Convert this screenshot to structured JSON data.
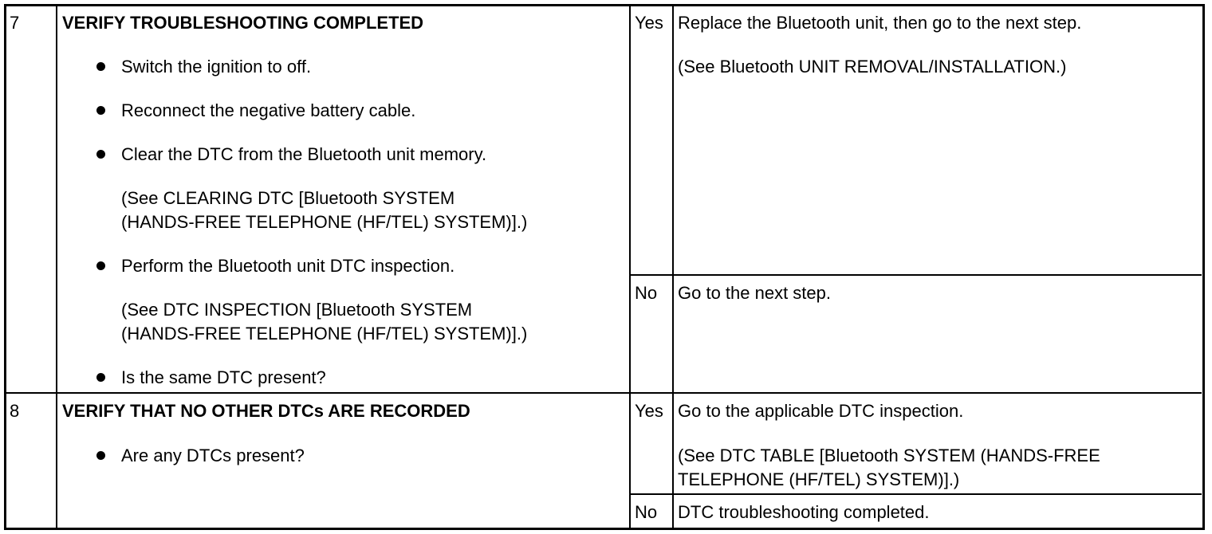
{
  "steps": [
    {
      "number": "7",
      "title": "VERIFY TROUBLESHOOTING COMPLETED",
      "items": [
        "Switch the ignition to off.",
        "Reconnect the negative battery cable.",
        "Clear the DTC from the Bluetooth unit memory.",
        "Perform the Bluetooth unit DTC inspection.",
        "Is the same DTC present?"
      ],
      "refs": [
        [
          "(See CLEARING DTC [Bluetooth SYSTEM",
          "(HANDS-FREE TELEPHONE (HF/TEL) SYSTEM)].)"
        ],
        [
          "(See DTC INSPECTION [Bluetooth SYSTEM",
          "(HANDS-FREE TELEPHONE (HF/TEL) SYSTEM)].)"
        ]
      ],
      "yes_label": "Yes",
      "yes_action": "Replace the Bluetooth unit, then go to the next step.",
      "yes_ref": "(See Bluetooth UNIT REMOVAL/INSTALLATION.)",
      "no_label": "No",
      "no_action": "Go to the next step."
    },
    {
      "number": "8",
      "title": "VERIFY THAT NO OTHER DTCs ARE RECORDED",
      "items": [
        "Are any DTCs present?"
      ],
      "yes_label": "Yes",
      "yes_action": "Go to the applicable DTC inspection.",
      "yes_ref_lines": [
        "(See DTC TABLE [Bluetooth SYSTEM (HANDS-FREE",
        "TELEPHONE (HF/TEL) SYSTEM)].)"
      ],
      "no_label": "No",
      "no_action": "DTC troubleshooting completed."
    }
  ]
}
